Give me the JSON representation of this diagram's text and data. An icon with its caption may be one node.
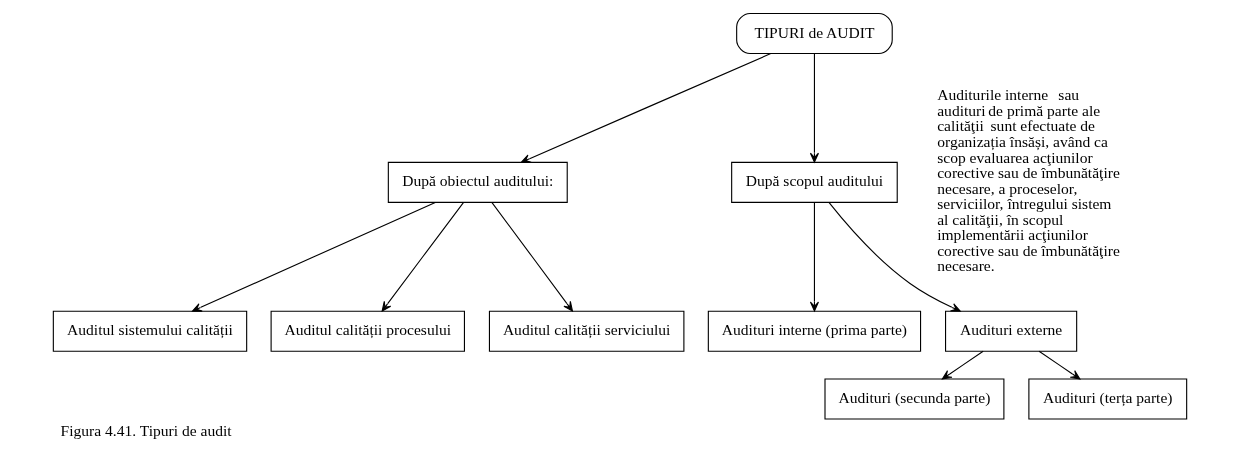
{
  "diagram": {
    "caption": "Figura 4.41. Tipuri de audit",
    "nodes": [
      {
        "text": [
          "TIPURI de AUDIT"
        ]
      },
      {
        "text": [
          "După obiectul auditului:"
        ]
      },
      {
        "text": [
          "Auditul sistemului calității"
        ]
      },
      {
        "text": [
          "Auditul calității procesului"
        ]
      },
      {
        "text": [
          "Auditul calității serviciului"
        ]
      },
      {
        "text": [
          "După scopul auditului"
        ]
      },
      {
        "text": [
          "Audituri interne (prima parte)"
        ]
      },
      {
        "text": [
          "Audituri externe"
        ]
      },
      {
        "text": [
          "Audituri (secunda parte)"
        ]
      },
      {
        "text": [
          "Audituri (terța parte)"
        ]
      }
    ],
    "edges": [
      {
        "from": 0,
        "to": 1,
        "arrow": "to"
      },
      {
        "from": 0,
        "to": 5,
        "arrow": "to"
      },
      {
        "from": 1,
        "to": 2,
        "arrow": "to"
      },
      {
        "from": 1,
        "to": 3,
        "arrow": "to"
      },
      {
        "from": 1,
        "to": 4,
        "arrow": "to"
      },
      {
        "from": 5,
        "to": 6,
        "arrow": "to"
      },
      {
        "from": 5,
        "to": 7,
        "arrow": "to"
      },
      {
        "from": 7,
        "to": 8,
        "arrow": "to"
      },
      {
        "from": 7,
        "to": 9,
        "arrow": "to"
      }
    ],
    "labels": [
      "**Auditurile interne** sau audituri **de primă parte ale calităţii** sunt efectuate de organizația însăși, având ca scop evaluarea acţiunilor corective sau de îmbunătăţire necesare, a proceselor, serviciilor, întregului sistem al calităţii, în scopul implementării acţiunilor corective sau de îmbunătăţire necesare."
    ]
  }
}
